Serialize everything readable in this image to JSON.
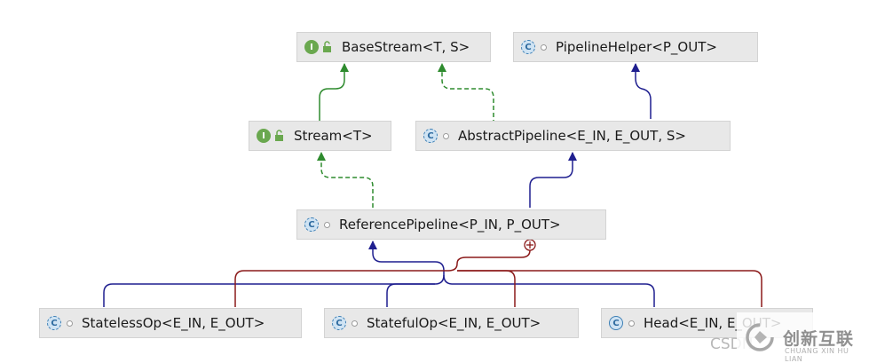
{
  "nodes": {
    "base_stream": {
      "label": "BaseStream<T, S>",
      "kind": "interface"
    },
    "pipeline_helper": {
      "label": "PipelineHelper<P_OUT>",
      "kind": "abstract-class"
    },
    "stream": {
      "label": "Stream<T>",
      "kind": "interface"
    },
    "abstract_pipeline": {
      "label": "AbstractPipeline<E_IN, E_OUT, S>",
      "kind": "abstract-class"
    },
    "reference_pipeline": {
      "label": "ReferencePipeline<P_IN, P_OUT>",
      "kind": "abstract-class"
    },
    "stateless_op": {
      "label": "StatelessOp<E_IN, E_OUT>",
      "kind": "abstract-class"
    },
    "stateful_op": {
      "label": "StatefulOp<E_IN, E_OUT>",
      "kind": "abstract-class"
    },
    "head": {
      "label": "Head<E_IN, E_OUT>",
      "kind": "class"
    }
  },
  "badges": {
    "interface": "I",
    "class": "C"
  },
  "watermark": {
    "left": "CSDN",
    "brand": "创新互联",
    "sub": "CHUANG XIN HU LIAN"
  },
  "colors": {
    "extends": "#1f1f8f",
    "implements": "#2e8b2e",
    "inner_class": "#8b1a1a",
    "node_bg": "#e8e8e8",
    "interface_badge": "#6aa84f",
    "class_badge": "#3d7fb5"
  }
}
